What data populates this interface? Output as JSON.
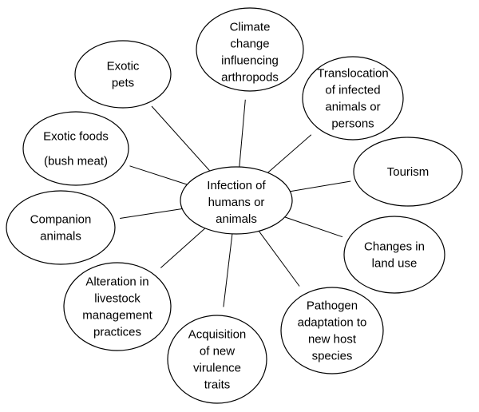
{
  "center": {
    "lines": [
      "Infection of",
      "humans or",
      "animals"
    ]
  },
  "factors": [
    {
      "id": "climate-change",
      "lines": [
        "Climate",
        "change",
        "influencing",
        "arthropods"
      ]
    },
    {
      "id": "translocation",
      "lines": [
        "Translocation",
        "of infected",
        "animals or",
        "persons"
      ]
    },
    {
      "id": "tourism",
      "lines": [
        "Tourism"
      ]
    },
    {
      "id": "land-use",
      "lines": [
        "Changes in",
        "land use"
      ]
    },
    {
      "id": "pathogen-adaptation",
      "lines": [
        "Pathogen",
        "adaptation to",
        "new host",
        "species"
      ]
    },
    {
      "id": "virulence",
      "lines": [
        "Acquisition",
        "of new",
        "virulence",
        "traits"
      ]
    },
    {
      "id": "livestock",
      "lines": [
        "Alteration in",
        "livestock",
        "management",
        "practices"
      ]
    },
    {
      "id": "companion-animals",
      "lines": [
        "Companion",
        "animals"
      ]
    },
    {
      "id": "exotic-foods",
      "lines": [
        "Exotic foods",
        "(bush meat)"
      ]
    },
    {
      "id": "exotic-pets",
      "lines": [
        "Exotic",
        "pets"
      ]
    }
  ]
}
